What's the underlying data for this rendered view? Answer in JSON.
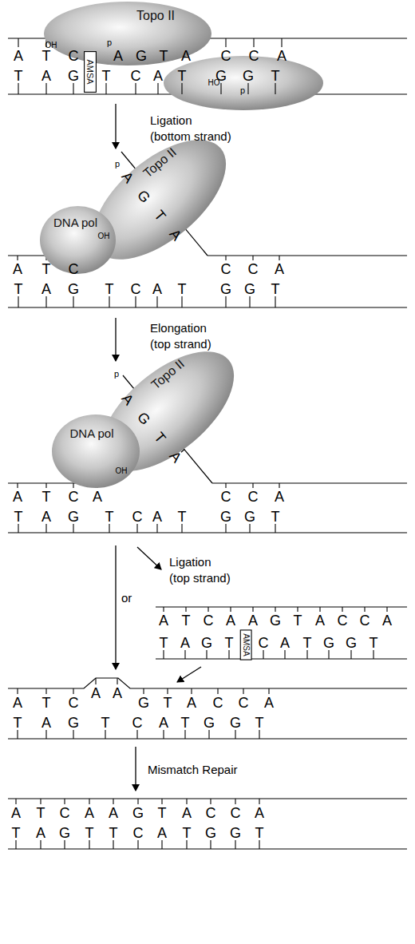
{
  "diagram": {
    "nodes": [
      {
        "text": [
          "Topo II"
        ]
      },
      {
        "text": [
          "AMSA"
        ]
      },
      {
        "text": [
          "Topo II"
        ]
      },
      {
        "text": [
          "DNA pol"
        ]
      },
      {
        "text": [
          "Topo II"
        ]
      },
      {
        "text": [
          "DNA pol"
        ]
      },
      {
        "text": [
          "AMSA"
        ]
      }
    ],
    "labels": [
      "A",
      "T",
      "C",
      "A",
      "G",
      "T",
      "A",
      "C",
      "C",
      "A",
      "T",
      "A",
      "G",
      "T",
      "C",
      "A",
      "T",
      "G",
      "G",
      "T",
      "OH",
      "p",
      "HO",
      "p",
      "Ligation",
      "(bottom strand)",
      "A",
      "T",
      "C",
      "C",
      "C",
      "A",
      "A",
      "G",
      "T",
      "A",
      "T",
      "A",
      "G",
      "T",
      "C",
      "A",
      "T",
      "G",
      "G",
      "T",
      "OH",
      "p",
      "Elongation",
      "(top strand)",
      "A",
      "T",
      "C",
      "A",
      "C",
      "C",
      "A",
      "A",
      "G",
      "T",
      "A",
      "T",
      "A",
      "G",
      "T",
      "C",
      "A",
      "T",
      "G",
      "G",
      "T",
      "OH",
      "p",
      "Ligation",
      "(top strand)",
      "or",
      "A",
      "T",
      "C",
      "A",
      "A",
      "G",
      "T",
      "A",
      "C",
      "C",
      "A",
      "T",
      "A",
      "G",
      "T",
      "C",
      "A",
      "T",
      "G",
      "G",
      "T",
      "A",
      "T",
      "C",
      "A",
      "A",
      "G",
      "T",
      "A",
      "C",
      "C",
      "A",
      "T",
      "A",
      "G",
      "T",
      "C",
      "A",
      "T",
      "G",
      "G",
      "T",
      "Mismatch Repair",
      "A",
      "T",
      "C",
      "A",
      "A",
      "G",
      "T",
      "A",
      "C",
      "C",
      "A",
      "T",
      "A",
      "G",
      "T",
      "T",
      "C",
      "A",
      "T",
      "G",
      "G",
      "T"
    ]
  }
}
